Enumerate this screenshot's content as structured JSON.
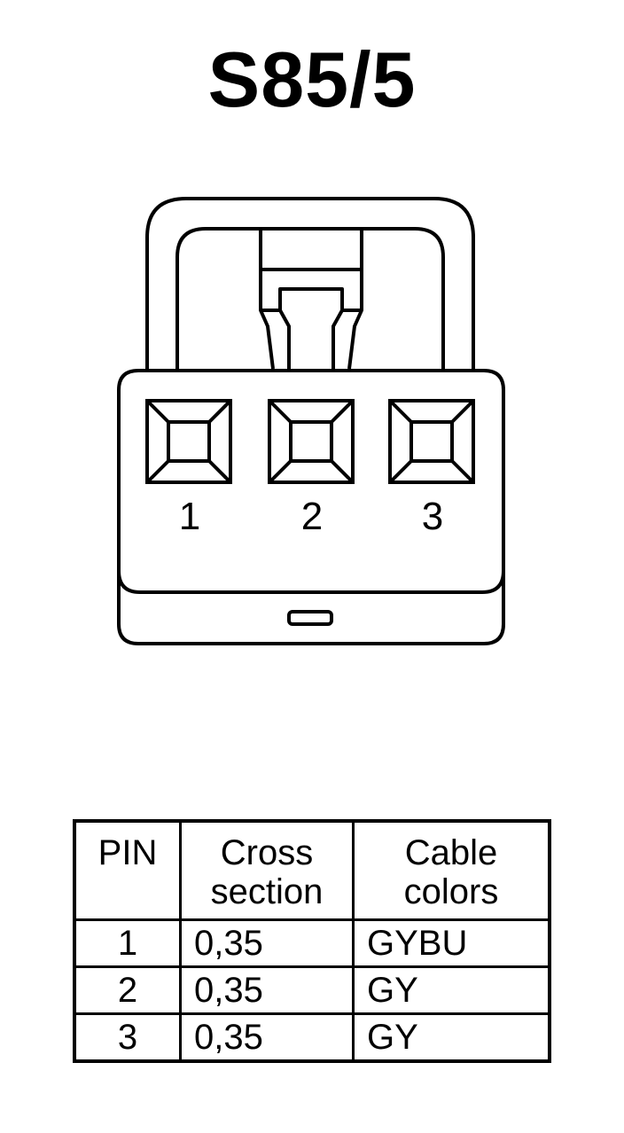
{
  "title": "S85/5",
  "connector": {
    "pins": [
      "1",
      "2",
      "3"
    ]
  },
  "table": {
    "headers": {
      "pin": "PIN",
      "cross_section": [
        "Cross",
        "section"
      ],
      "cable_colors": [
        "Cable",
        "colors"
      ]
    },
    "rows": [
      {
        "pin": "1",
        "cross_section": "0,35",
        "color": "GYBU"
      },
      {
        "pin": "2",
        "cross_section": "0,35",
        "color": "GY"
      },
      {
        "pin": "3",
        "cross_section": "0,35",
        "color": "GY"
      }
    ]
  }
}
